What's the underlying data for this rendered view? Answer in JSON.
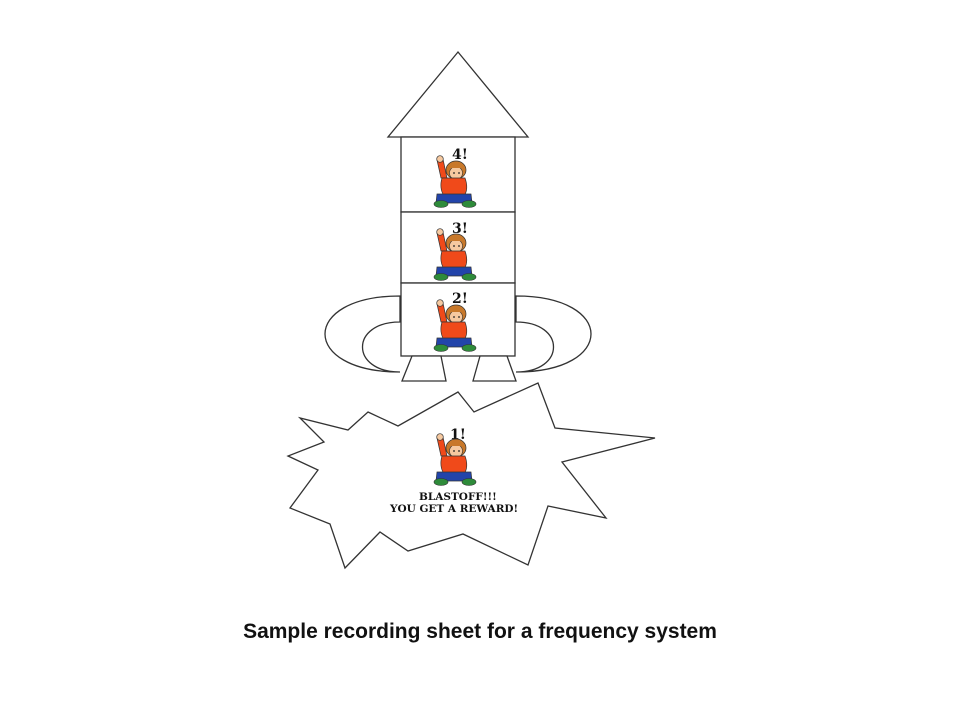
{
  "rocket": {
    "sections": [
      {
        "label": "4!"
      },
      {
        "label": "3!"
      },
      {
        "label": "2!"
      }
    ],
    "burst": {
      "label": "1!",
      "message_line1": "BLASTOFF!!!",
      "message_line2": "YOU GET A REWARD!"
    }
  },
  "caption": "Sample recording sheet for a frequency system",
  "colors": {
    "outline": "#333333",
    "shirt": "#f04a1a",
    "pants": "#2244aa",
    "shoes": "#2e8b3a",
    "hair": "#c8782a",
    "skin": "#f6c9a0"
  }
}
